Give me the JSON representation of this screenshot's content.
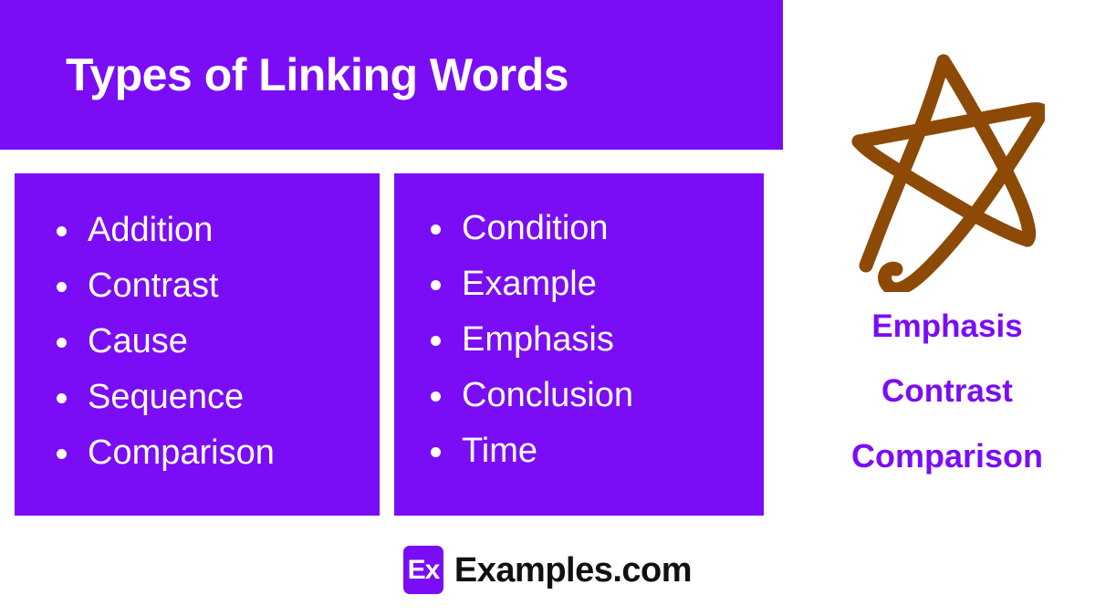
{
  "header": {
    "title": "Types of Linking Words",
    "background_color": "#7A0DF5",
    "text_color": "#FFFFFF"
  },
  "panels": {
    "left": {
      "background_color": "#7A0DF5",
      "items": [
        {
          "label": "Addition"
        },
        {
          "label": "Contrast"
        },
        {
          "label": "Cause"
        },
        {
          "label": "Sequence"
        },
        {
          "label": "Comparison"
        }
      ]
    },
    "right": {
      "background_color": "#7A0DF5",
      "items": [
        {
          "label": "Condition"
        },
        {
          "label": "Example"
        },
        {
          "label": "Emphasis"
        },
        {
          "label": "Conclusion"
        },
        {
          "label": "Time"
        }
      ]
    }
  },
  "decoration": {
    "star_icon_name": "hand-drawn-star-doodle",
    "star_color": "#8C4A06"
  },
  "side_words": {
    "text_color": "#7A0DF5",
    "items": [
      {
        "label": "Emphasis"
      },
      {
        "label": "Contrast"
      },
      {
        "label": "Comparison"
      }
    ]
  },
  "footer": {
    "logo_mark": "Ex",
    "logo_text": "Examples.com",
    "logo_mark_background": "#7A0DF5",
    "logo_text_color": "#111111"
  }
}
